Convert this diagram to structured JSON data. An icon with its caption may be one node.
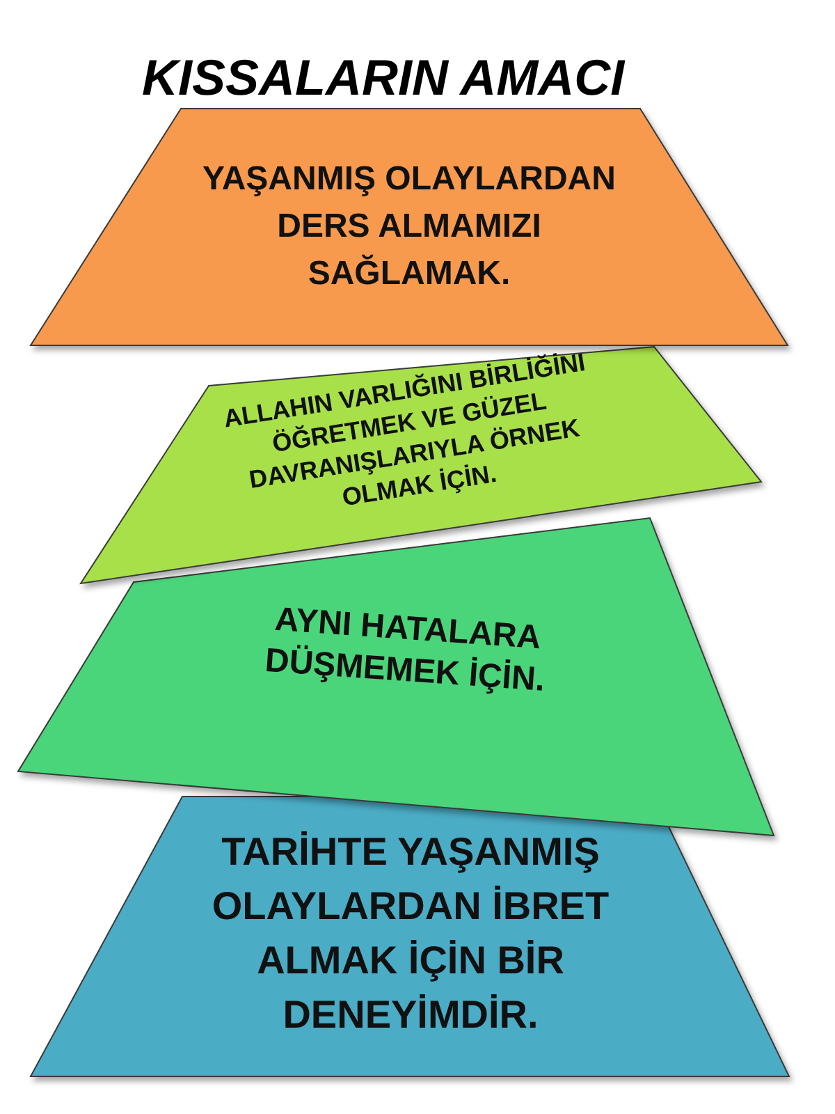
{
  "diagram": {
    "title": "KISSALARIN AMACI",
    "nodes": [
      {
        "text": [
          "YAŞANMIŞ OLAYLARDAN DERS ALMAMIZI SAĞLAMAK."
        ]
      },
      {
        "text": [
          "ALLAHIN VARLIĞINI BİRLİĞİNI ÖĞRETMEK VE GÜZEL DAVRANIŞLARIYLA ÖRNEK OLMAK İÇİN."
        ]
      },
      {
        "text": [
          "AYNI HATALARA DÜŞMEMEK İÇİN."
        ]
      },
      {
        "text": [
          "TARİHTE YAŞANMIŞ OLAYLARDAN İBRET ALMAK İÇİN BİR DENEYİMDİR."
        ]
      }
    ]
  }
}
